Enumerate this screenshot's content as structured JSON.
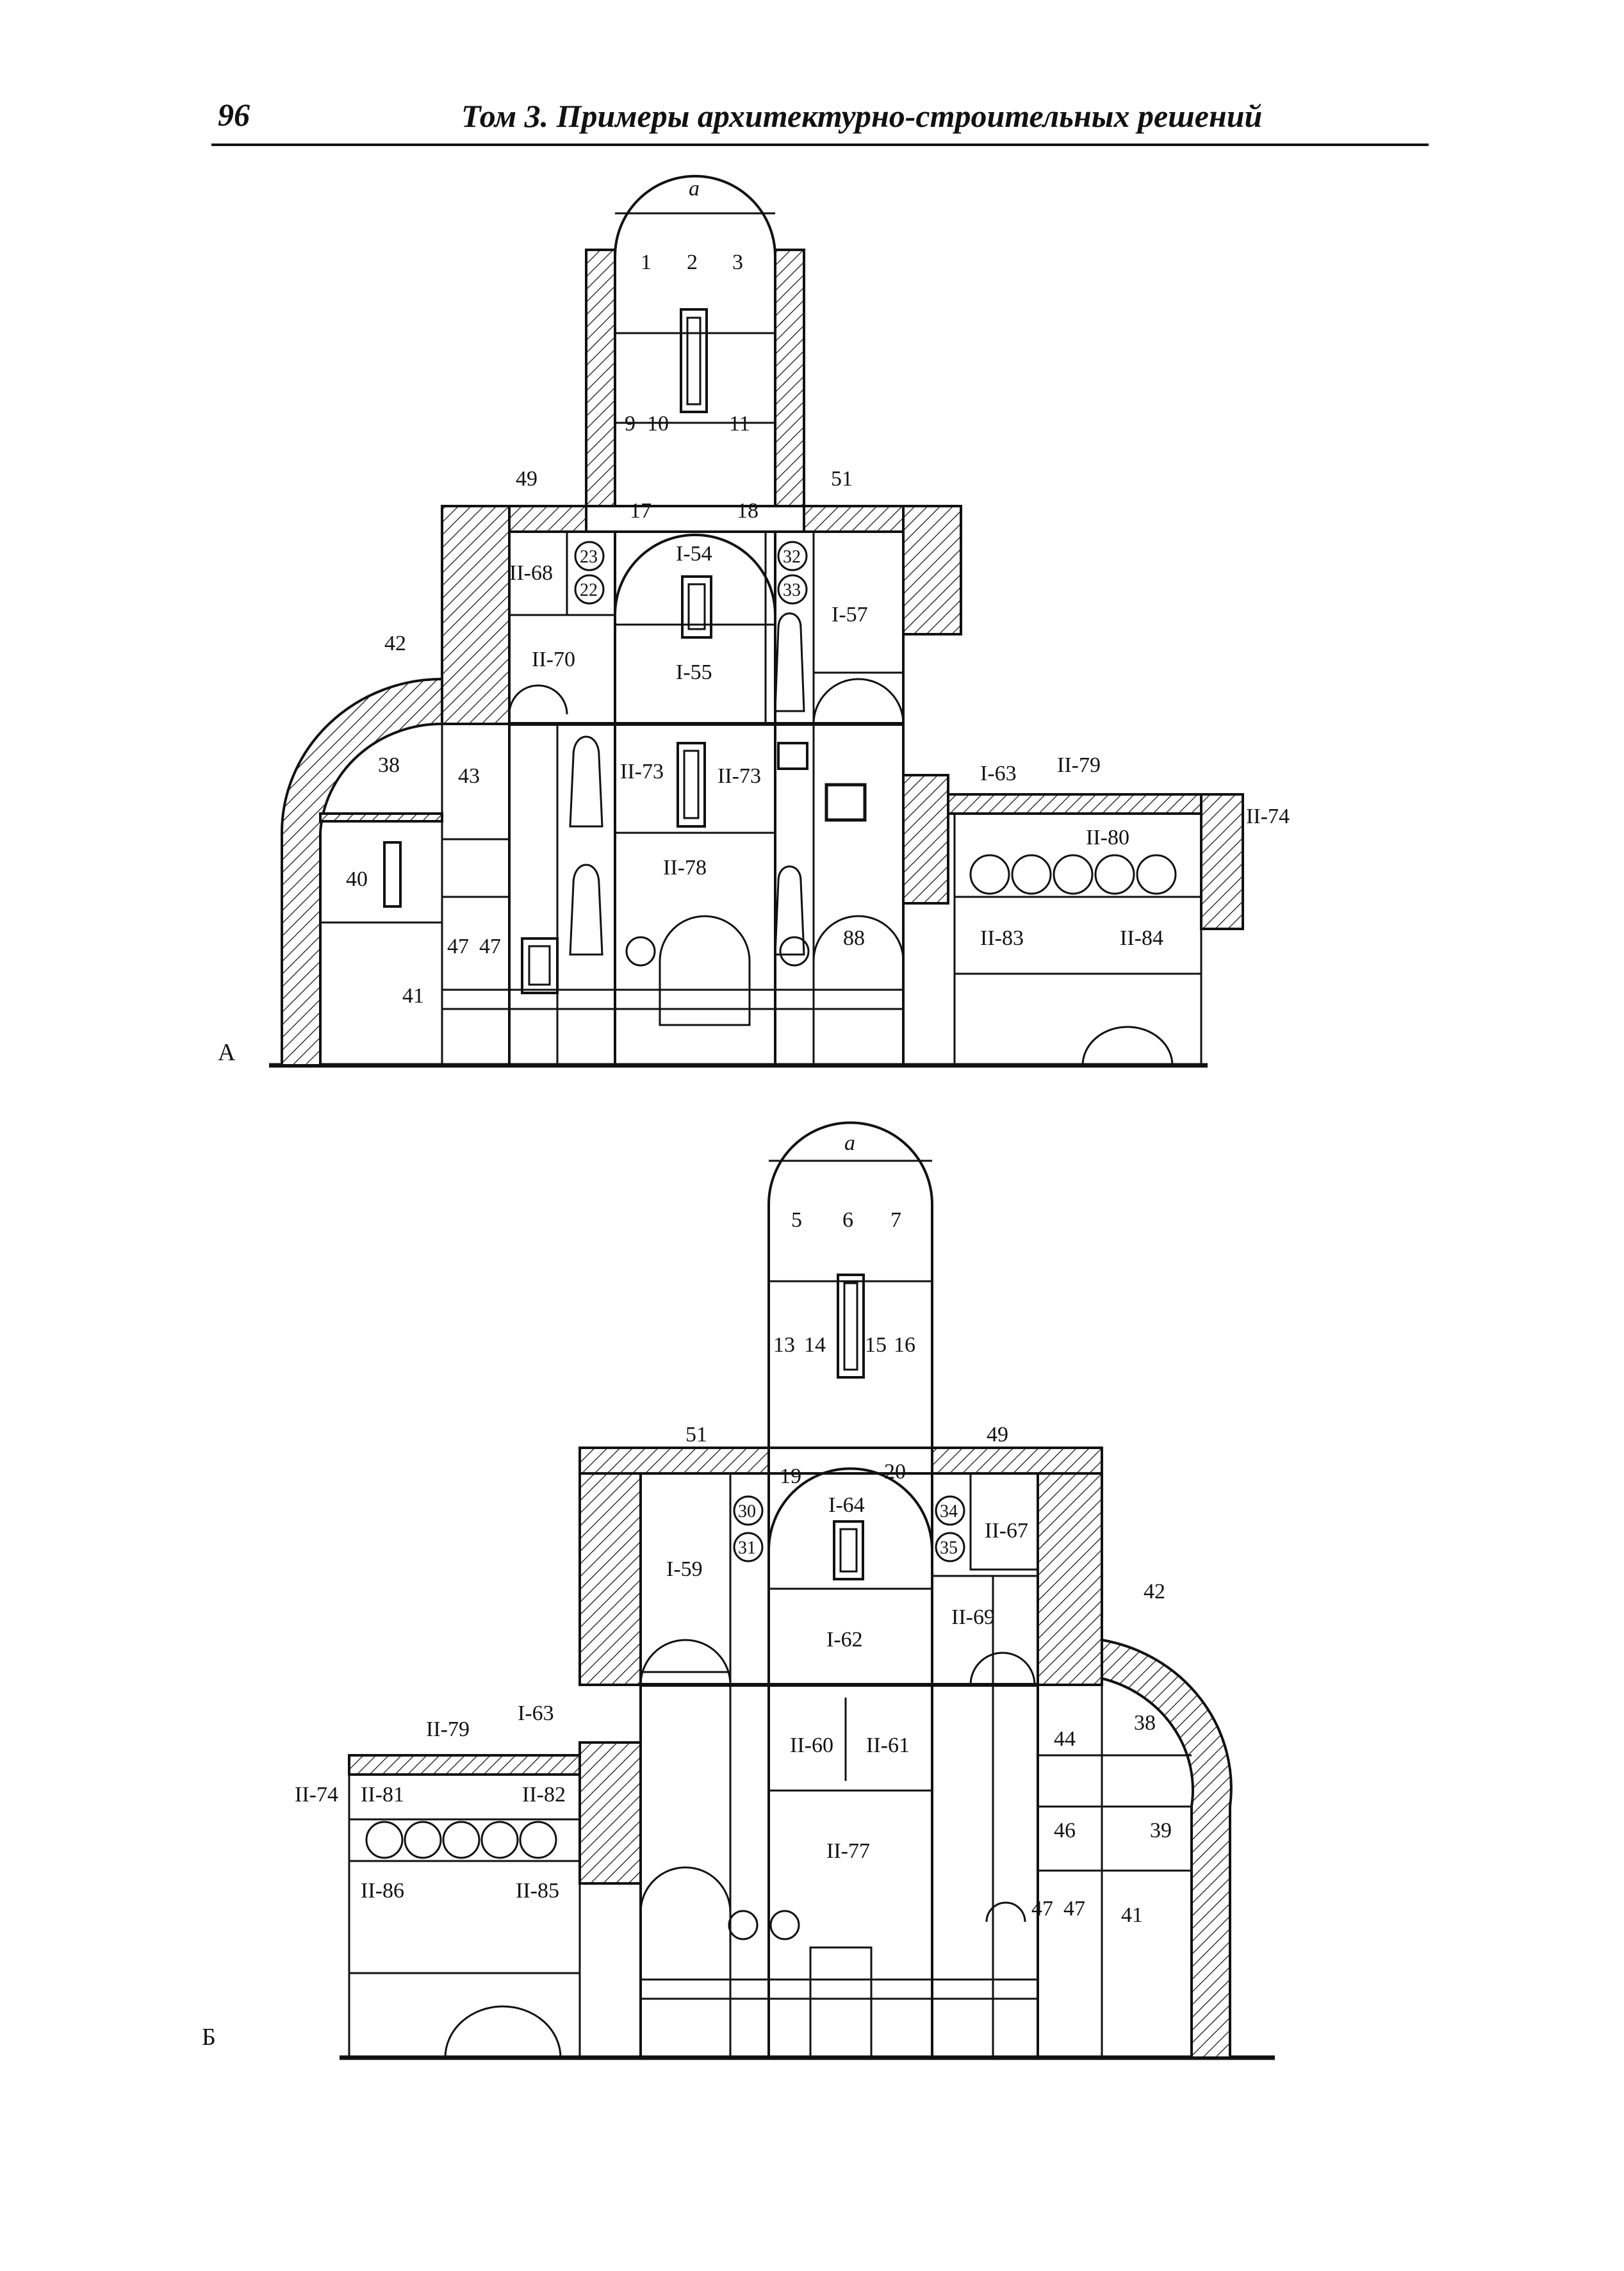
{
  "header": {
    "page_number": "96",
    "running_title": "Том 3. Примеры архитектурно-строительных решений"
  },
  "section_a": {
    "figure_label": "А",
    "dome_mark": "а",
    "labels": [
      "1",
      "2",
      "3",
      "9",
      "10",
      "11",
      "17",
      "18",
      "49",
      "51",
      "23",
      "22",
      "32",
      "33",
      "I-54",
      "II-68",
      "I-57",
      "II-70",
      "I-55",
      "42",
      "38",
      "43",
      "II-73",
      "II-73",
      "I-63",
      "II-79",
      "II-74",
      "II-80",
      "40",
      "II-78",
      "47",
      "47",
      "88",
      "II-83",
      "II-84",
      "41"
    ]
  },
  "section_b": {
    "figure_label": "Б",
    "dome_mark": "а",
    "labels": [
      "5",
      "6",
      "7",
      "13",
      "14",
      "15",
      "16",
      "51",
      "49",
      "19",
      "20",
      "30",
      "31",
      "I-64",
      "34",
      "35",
      "II-67",
      "I-59",
      "I-62",
      "II-69",
      "42",
      "II-79",
      "I-63",
      "38",
      "44",
      "II-60",
      "II-61",
      "II-74",
      "II-81",
      "II-82",
      "46",
      "39",
      "II-77",
      "II-86",
      "II-85",
      "47",
      "47",
      "41"
    ]
  }
}
